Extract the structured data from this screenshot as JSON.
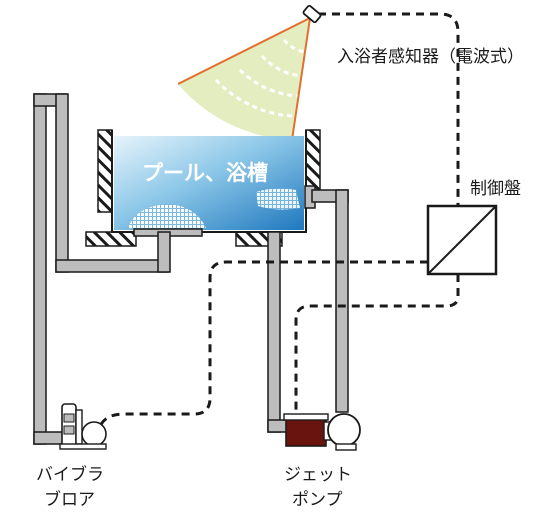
{
  "labels": {
    "sensor": "入浴者感知器（電波式）",
    "control_panel": "制御盤",
    "pool": "プール、浴槽",
    "blower_line1": "バイブラ",
    "blower_line2": "ブロア",
    "pump_line1": "ジェット",
    "pump_line2": "ポンプ"
  },
  "colors": {
    "pipe_fill": "#bdbdbd",
    "pipe_stroke": "#1a1a1a",
    "water_light": "#d9eef8",
    "water_dark": "#2a86c8",
    "sensor_beam": "#e4edc0",
    "sensor_ray": "#e07030",
    "pump_motor": "#6a1410",
    "signal_line": "#1a1a1a"
  },
  "icons": {
    "sensor": "radio-sensor-icon",
    "control_panel": "control-panel-icon",
    "blower": "blower-icon",
    "pump": "jet-pump-icon"
  }
}
